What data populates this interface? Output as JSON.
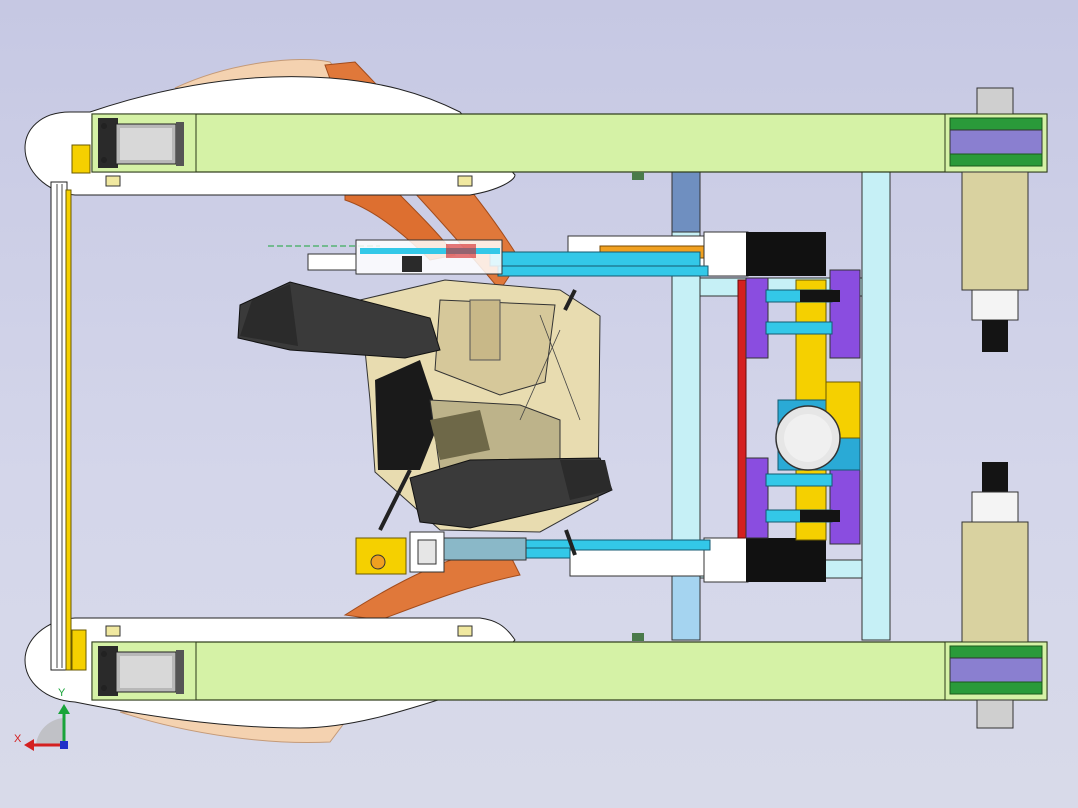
{
  "view": {
    "type": "cad-top-view",
    "background_top": "#c6c8e3",
    "background_bottom": "#d8dae9"
  },
  "triad": {
    "x_label": "X",
    "y_label": "Y",
    "x_color": "#d42020",
    "y_color": "#19a43a",
    "z_color": "#2030c8"
  },
  "colors": {
    "frame_rail": "#d5f2a6",
    "frame_outline": "#2c3a18",
    "cross_member": "#c6f0f6",
    "cross_member_dark": "#6f8fc0",
    "wheel_carrier": "#8a7fd0",
    "wheel_housing": "#d9d2a0",
    "motor_black": "#111111",
    "cylinder_cyan": "#33c8e8",
    "piston_orange": "#f0a020",
    "pivot_purple": "#8a4de0",
    "rail_yellow": "#f5d000",
    "pad_red": "#d42020",
    "drum_cyan": "#2aaad6",
    "body_beige": "#e8dcb0",
    "body_dark": "#2a2a2a",
    "tread_orange": "#e0783a",
    "skin_tone": "#f4d2b0",
    "white_shell": "#ffffff"
  }
}
